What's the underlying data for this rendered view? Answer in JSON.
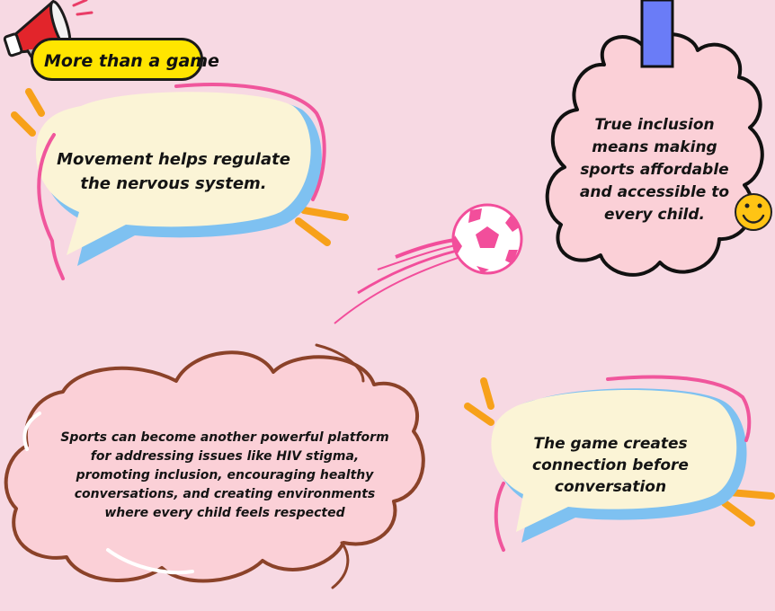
{
  "badge": {
    "label": "More than a game"
  },
  "bubbles": {
    "movement": "Movement helps regulate the nervous system.",
    "inclusion": "True inclusion means making sports affordable and accessible to every child.",
    "platform": "Sports can become another powerful platform for addressing issues like HIV stigma, promoting inclusion, encouraging healthy conversations, and creating environments where every child feels respected",
    "connection": "The game creates connection before conversation"
  },
  "colors": {
    "background": "#f7d9e3",
    "badge": "#ffe500",
    "bubble_cream": "#fbf4d6",
    "bubble_pink": "#fbd0d7",
    "outline_blue": "#7ec1f1",
    "outline_pink": "#f0569c",
    "accent_orange": "#f7a11a",
    "cloud_outline": "#8b4229",
    "tape_blue": "#6a7cf7",
    "ball_pink": "#f24e9b"
  },
  "icons": [
    "megaphone-icon",
    "soccer-ball-icon",
    "smiley-face-icon",
    "tape-icon"
  ]
}
